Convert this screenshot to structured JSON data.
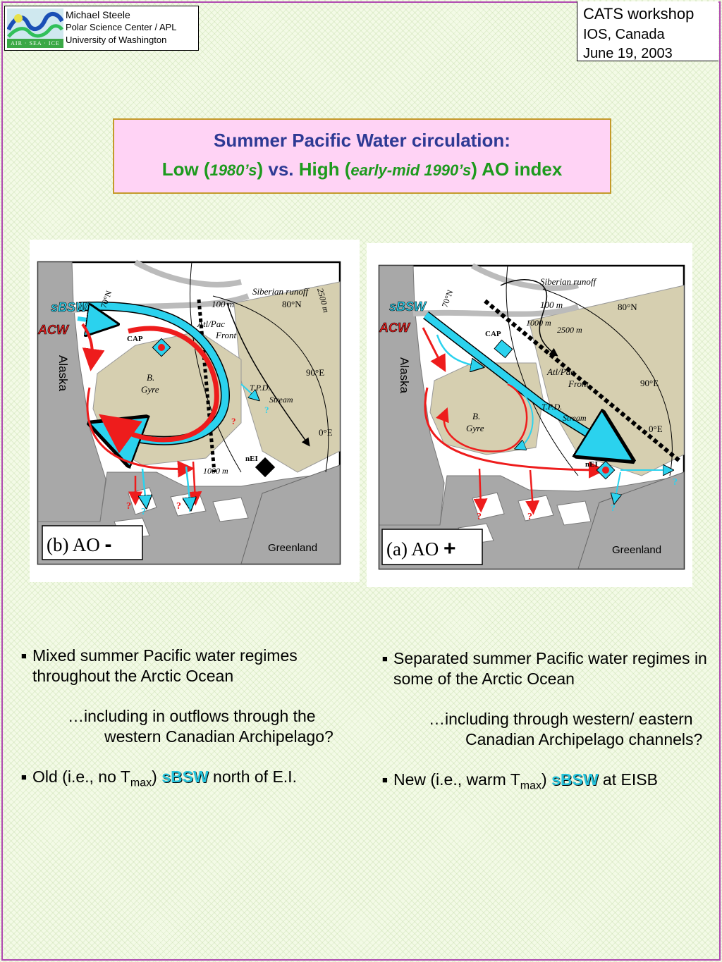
{
  "header": {
    "logo_text": "AIR · SEA · ICE",
    "author_name": "Michael Steele",
    "author_org": "Polar Science Center / APL",
    "author_univ": "University of Washington",
    "meeting": "CATS workshop",
    "location": "IOS, Canada",
    "date": "June 19, 2003"
  },
  "title": {
    "line1": "Summer Pacific Water circulation:",
    "low": "Low (",
    "low_years": "1980’s",
    "close1": ")",
    "vs": " vs. ",
    "high": "High (",
    "high_years": "early-mid 1990’s",
    "close2": ")",
    "ao_index": " AO index"
  },
  "maps": {
    "left": {
      "panel_label": "(b) AO",
      "panel_sign": "-",
      "sbsw": "sBSW",
      "acw": "ACW",
      "cap": "CAP",
      "gyre1": "B.",
      "gyre2": "Gyre",
      "alaska": "Alaska",
      "greenland": "Greenland",
      "siberian_runoff": "Siberian runoff",
      "m100": "100 m",
      "m1000": "1000 m",
      "m2500": "2500 m",
      "lat80": "80°N",
      "lat70": "70°N",
      "lon90": "90°E",
      "lon0": "0°E",
      "front1": "Atl/Pac",
      "front2": "Front",
      "tpd": "T.P.D.",
      "stream": "Stream",
      "nei": "nEI",
      "q": "?"
    },
    "right": {
      "panel_label": "(a) AO",
      "panel_sign": "+",
      "sbsw": "sBSW",
      "acw": "ACW",
      "cap": "CAP",
      "gyre1": "B.",
      "gyre2": "Gyre",
      "alaska": "Alaska",
      "greenland": "Greenland",
      "siberian_runoff": "Siberian runoff",
      "m100": "100 m",
      "m1000": "1000 m",
      "m2500": "2500 m",
      "lat80": "80°N",
      "lat70": "70°N",
      "lon90": "90°E",
      "lon0": "0°E",
      "front1": "Atl/Pac",
      "front2": "Front",
      "tpd": "T.P.D.",
      "stream": "Stream",
      "nei": "nEI",
      "q": "?"
    },
    "colors": {
      "red": "#ee1c1c",
      "cyan": "#2bd2ee",
      "land": "#d6cfb0",
      "grey": "#a8a8a8"
    }
  },
  "notes": {
    "left": {
      "b1": "Mixed summer Pacific water regimes throughout the Arctic Ocean",
      "sub": "…including in outflows through the western Canadian Archipelago?",
      "b2_pre": "Old (i.e., no T",
      "b2_sub": "max",
      "b2_mid": ") ",
      "b2_sbsw": "sBSW",
      "b2_post": " north of E.I."
    },
    "right": {
      "b1": "Separated summer Pacific water regimes in some of the Arctic Ocean",
      "sub": "…including through western/ eastern Canadian Archipelago channels?",
      "b2_pre": "New (i.e., warm T",
      "b2_sub": "max",
      "b2_mid": ") ",
      "b2_sbsw": "sBSW",
      "b2_post": " at EISB"
    }
  }
}
